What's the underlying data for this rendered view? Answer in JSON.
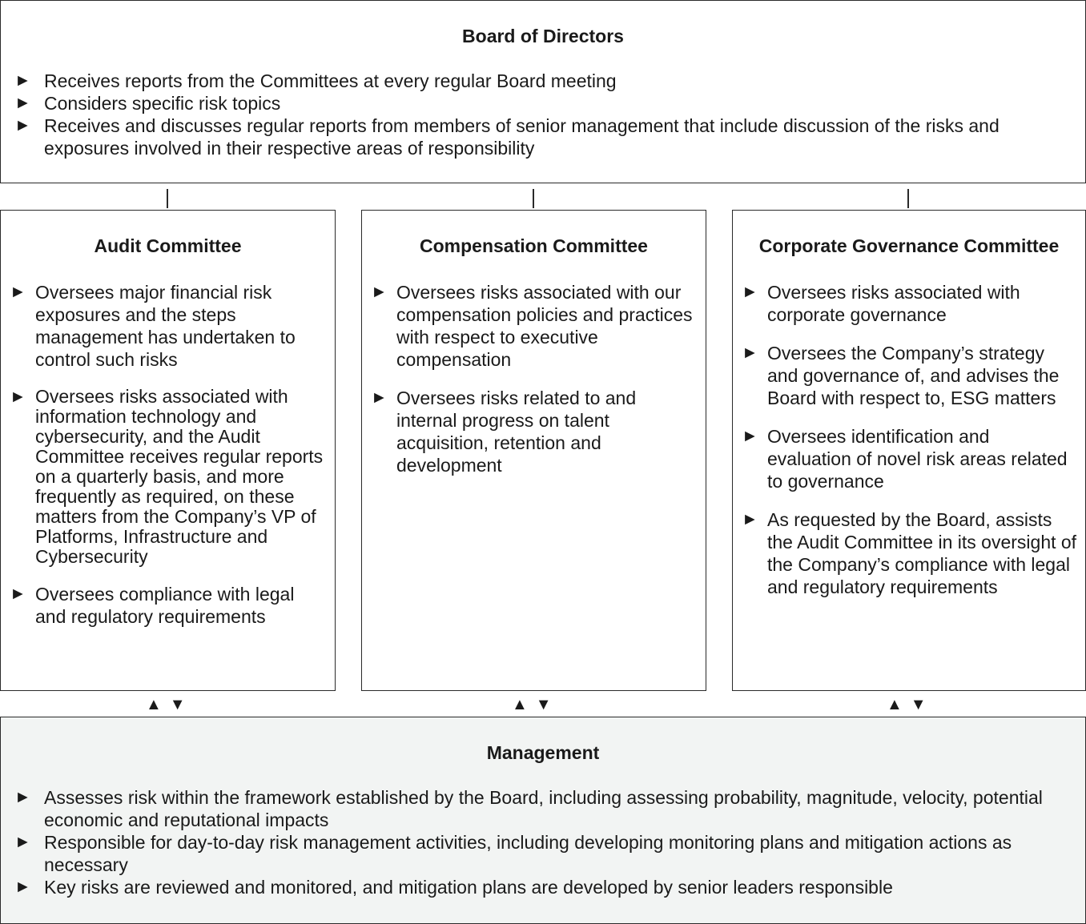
{
  "bullet_glyph": "►",
  "board": {
    "title": "Board of Directors",
    "items": [
      "Receives reports from the Committees at every regular Board meeting",
      "Considers specific risk topics",
      "Receives and discusses regular reports from members of senior management that include discussion of the risks and exposures involved in their respective areas of responsibility"
    ]
  },
  "committees": [
    {
      "title": "Audit Committee",
      "items": [
        "Oversees major financial risk exposures and the steps management has undertaken to control such risks",
        "Oversees risks associated with information technology and cybersecurity, and the Audit Committee receives regular reports on a quarterly basis, and more frequently as required, on these matters from the Company’s VP of Platforms, Infrastructure and Cybersecurity",
        "Oversees compliance with legal and regulatory requirements"
      ]
    },
    {
      "title": "Compensation Committee",
      "items": [
        "Oversees risks associated with our compensation policies and practices with respect to executive compensation",
        "Oversees risks related to and internal progress on talent acquisition, retention and development"
      ]
    },
    {
      "title": "Corporate Governance Committee",
      "items": [
        "Oversees risks associated with corporate governance",
        "Oversees the Company’s strategy and governance of, and advises the Board with respect to, ESG matters",
        "Oversees identification and evaluation of novel risk areas related to governance",
        "As requested by the Board, assists the Audit Committee in its oversight of the Company’s compliance with legal and regulatory requirements"
      ]
    }
  ],
  "arrows": "▲▼",
  "management": {
    "title": "Management",
    "items": [
      "Assesses risk within the framework established by the Board, including assessing probability, magnitude, velocity, potential economic and reputational impacts",
      "Responsible for day-to-day risk management activities, including developing monitoring plans and mitigation actions as necessary",
      "Key risks are reviewed and monitored, and mitigation plans are developed by senior leaders responsible"
    ]
  }
}
